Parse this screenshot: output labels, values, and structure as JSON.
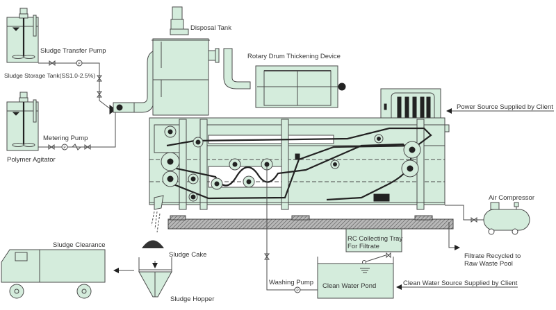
{
  "diagram": {
    "title": "Belt Filter Press Sludge Dewatering Process Flow",
    "colors": {
      "equipment_fill": "#d4ecdc",
      "outline": "#4a4a4a",
      "belt": "#222222",
      "foundation": "#9a9a9a",
      "background": "#ffffff"
    },
    "labels": {
      "sludge_transfer_pump": "Sludge Transfer Pump",
      "sludge_storage_tank": "Sludge Storage Tank(SS1.0-2.5%)",
      "metering_pump": "Metering Pump",
      "polymer_agitator": "Polymer Agitator",
      "disposal_tank": "Disposal Tank",
      "rotary_drum": "Rotary Drum Thickening Device",
      "power_source": "Power Source Supplied by Client",
      "air_compressor": "Air Compressor",
      "filtrate_recycled_1": "Filtrate Recycled to",
      "filtrate_recycled_2": "Raw Waste Pool",
      "rc_tray_1": "RC Collecting Tray",
      "rc_tray_2": "For Filtrate",
      "washing_pump": "Washing Pump",
      "clean_water_pond": "Clean Water Pond",
      "clean_water_source": "Clean Water Source Supplied by Client",
      "sludge_clearance": "Sludge Clearance",
      "sludge_cake": "Sludge Cake",
      "sludge_hopper": "Sludge Hopper",
      "pump_symbol": "P"
    },
    "icons": [
      "agitator-motor-icon",
      "valve-icon",
      "pump-icon",
      "check-valve-icon",
      "arrow-icon",
      "water-level-icon",
      "truck-icon",
      "hopper-icon",
      "compressor-icon",
      "control-panel-icon"
    ]
  }
}
